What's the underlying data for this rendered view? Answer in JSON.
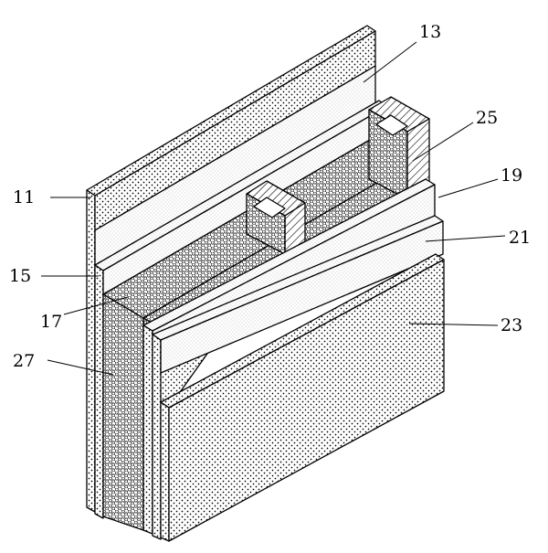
{
  "figure": {
    "labels": [
      {
        "id": "11",
        "text": "11"
      },
      {
        "id": "13",
        "text": "13"
      },
      {
        "id": "15",
        "text": "15"
      },
      {
        "id": "17",
        "text": "17"
      },
      {
        "id": "19",
        "text": "19"
      },
      {
        "id": "21",
        "text": "21"
      },
      {
        "id": "23",
        "text": "23"
      },
      {
        "id": "25",
        "text": "25"
      },
      {
        "id": "27",
        "text": "27"
      }
    ]
  }
}
